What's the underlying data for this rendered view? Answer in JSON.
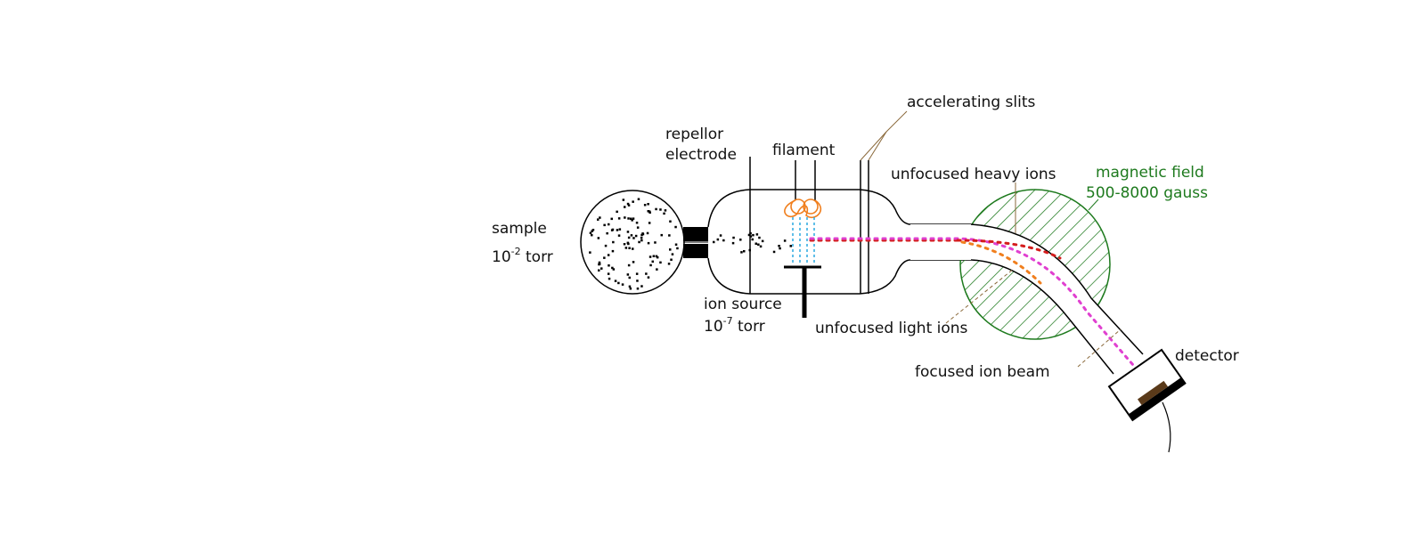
{
  "labels": {
    "sample": "sample",
    "sample_pressure_base": "10",
    "sample_pressure_exp": "-2",
    "sample_pressure_unit": " torr",
    "repellor_line1": "repellor",
    "repellor_line2": "electrode",
    "filament": "filament",
    "ion_source": "ion source",
    "ion_source_pressure_base": "10",
    "ion_source_pressure_exp": "-7",
    "ion_source_pressure_unit": " torr",
    "accelerating_slits": "accelerating slits",
    "unfocused_heavy_ions": "unfocused heavy ions",
    "magnetic_field": "magnetic field",
    "magnetic_field_strength": "500-8000 gauss",
    "unfocused_light_ions": "unfocused light ions",
    "focused_ion_beam": "focused ion beam",
    "detector": "detector"
  },
  "colors": {
    "outline": "#000000",
    "filament": "#f07f1e",
    "electron_stream": "#2aa8e0",
    "ion_beam_focused": "#e040d0",
    "ion_beam_heavy": "#d41c1c",
    "ion_beam_light": "#f07f1e",
    "magnetic_field": "#1e7a1e",
    "leader_line": "#8b6a3c",
    "detector_plate": "#5a3a1a"
  }
}
